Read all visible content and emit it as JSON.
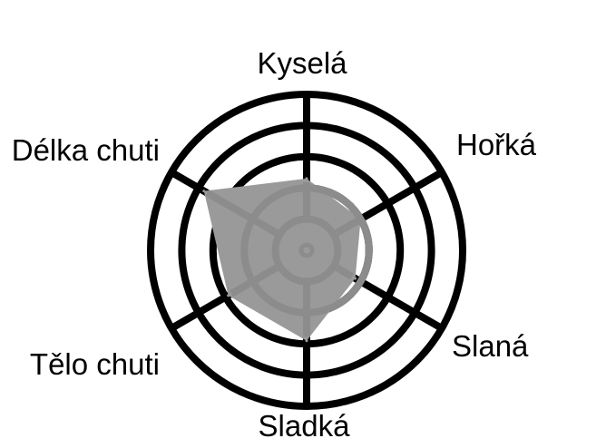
{
  "chart_data": {
    "type": "radar",
    "title": "",
    "axes": [
      "Kyselá",
      "Hořká",
      "Slaná",
      "Sladká",
      "Tělo chuti",
      "Délka chuti"
    ],
    "rings": 5,
    "rmax": 5,
    "grid": true,
    "legend": "none",
    "series": [
      {
        "values": [
          2.3,
          2.0,
          1.8,
          2.9,
          2.9,
          3.8
        ],
        "color": "#9a9a9a"
      }
    ],
    "colors": {
      "grid": "#000000",
      "fill": "#9a9a9a",
      "inner_grid": "#8c8c8c"
    }
  }
}
